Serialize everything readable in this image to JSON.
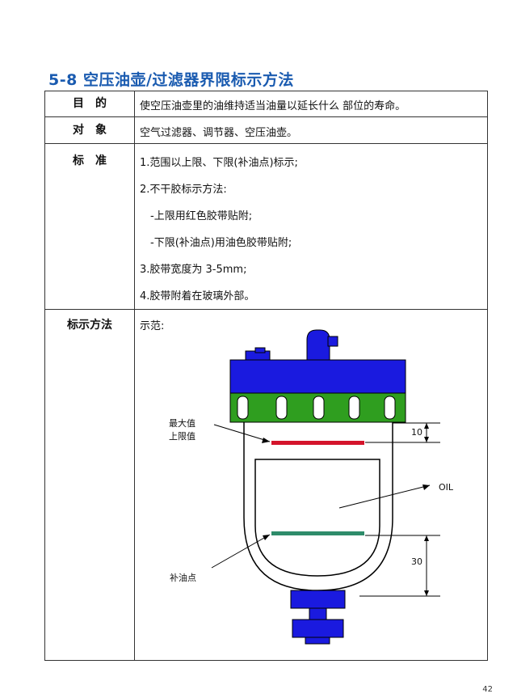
{
  "title": "5-8 空压油壶/过滤器界限标示方法",
  "table": {
    "purpose": {
      "label": "目　的",
      "value": "使空压油壶里的油维持适当油量以延长什么 部位的寿命。"
    },
    "target": {
      "label": "对　象",
      "value": "空气过滤器、调节器、空压油壶。"
    },
    "standard": {
      "label": "标　准",
      "lines": [
        "1.范围以上限、下限(补油点)标示;",
        "2.不干胶标示方法:",
        "-上限用红色胶带贴附;",
        "-下限(补油点)用油色胶带贴附;",
        "3.胶带宽度为 3-5mm;",
        "4.胶带附着在玻璃外部。"
      ]
    },
    "method": {
      "label": "标示方法",
      "example_label": "示范:"
    }
  },
  "diagram": {
    "max_label_line1": "最大值",
    "max_label_line2": "上限值",
    "refill_label": "补油点",
    "oil_label": "OIL",
    "dim_top": "10",
    "dim_bottom": "30",
    "colors": {
      "body_blue": "#1a1adf",
      "window_green": "#2f9e1f",
      "upper_tape": "#d4142b",
      "lower_tape": "#2e8c6a"
    }
  },
  "page_number": "42"
}
